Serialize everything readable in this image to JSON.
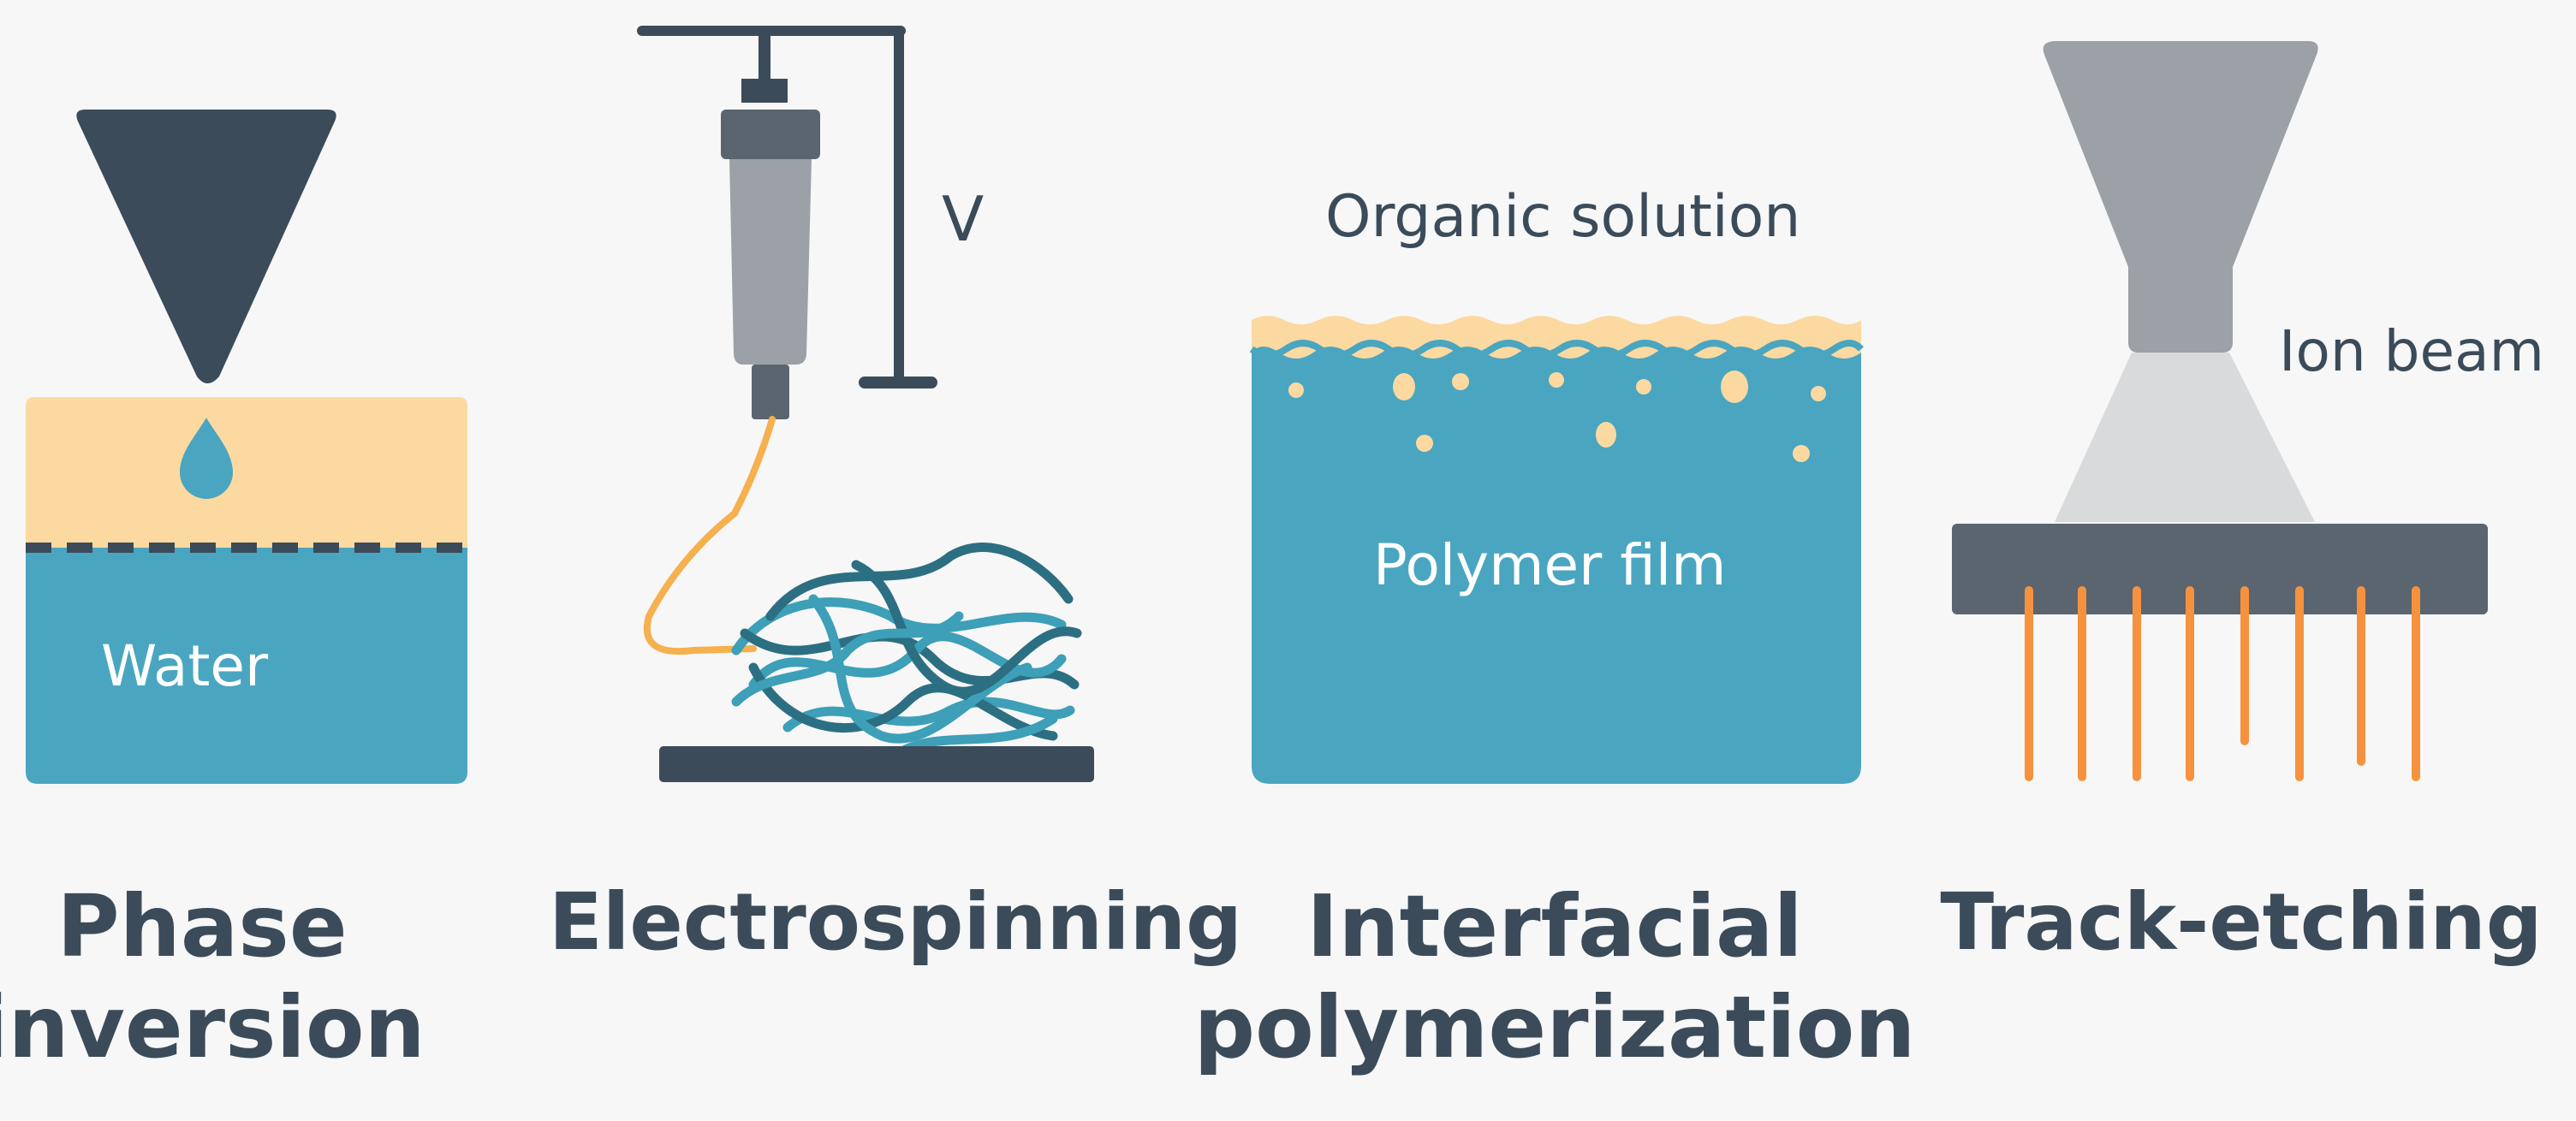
{
  "colors": {
    "background": "#f7f7f7",
    "dark": "#3b4b59",
    "teal": "#4aa6c0",
    "cream": "#fcd9a1",
    "gray": "#9ca1a7",
    "light_gray": "#d9dadb",
    "orange": "#f6923e",
    "fiber_blue": "#3d9fb8",
    "fiber_dark": "#2c6f82"
  },
  "panels": {
    "phase_inversion": {
      "title_line1": "Phase",
      "title_line2": "inversion",
      "bath_label": "Water"
    },
    "electrospinning": {
      "title": "Electrospinning",
      "voltage_label": "V"
    },
    "interfacial_polymerization": {
      "title_line1": "Interfacial",
      "title_line2": "polymerization",
      "solution_label": "Organic solution",
      "film_label": "Polymer film"
    },
    "track_etching": {
      "title": "Track-etching",
      "beam_label": "Ion beam"
    }
  }
}
